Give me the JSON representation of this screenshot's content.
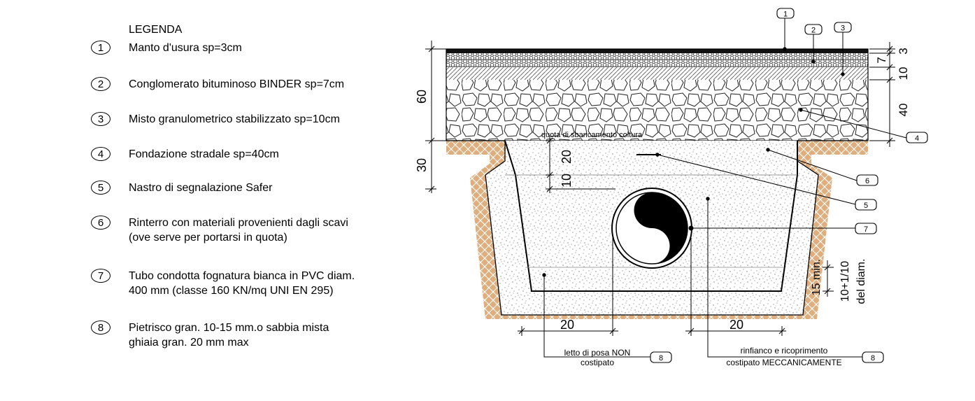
{
  "legend": {
    "title": "LEGENDA",
    "items": [
      {
        "num": "1",
        "lines": [
          "Manto d'usura sp=3cm"
        ]
      },
      {
        "num": "2",
        "lines": [
          "Conglomerato bituminoso BINDER sp=7cm"
        ]
      },
      {
        "num": "3",
        "lines": [
          "Misto granulometrico stabilizzato sp=10cm"
        ]
      },
      {
        "num": "4",
        "lines": [
          "Fondazione stradale sp=40cm"
        ]
      },
      {
        "num": "5",
        "lines": [
          "Nastro di segnalazione Safer"
        ]
      },
      {
        "num": "6",
        "lines": [
          "Rinterro con materiali provenienti dagli scavi",
          "(ove serve per portarsi in quota)"
        ]
      },
      {
        "num": "7",
        "lines": [
          "Tubo condotta fognatura bianca in PVC diam.",
          "400 mm (classe 160 KN/mq UNI EN 295)"
        ]
      },
      {
        "num": "8",
        "lines": [
          "Pietrisco gran. 10-15 mm.o sabbia mista",
          "ghiaia gran. 20 mm max"
        ]
      }
    ]
  },
  "drawing": {
    "callouts": {
      "c1": "1",
      "c2": "2",
      "c3": "3",
      "c4": "4",
      "c5": "5",
      "c6": "6",
      "c7": "7",
      "c8a": "8",
      "c8b": "8"
    },
    "dims": {
      "left_60": "60",
      "left_30": "30",
      "right_3": "3",
      "right_7": "7",
      "right_10": "10",
      "right_40": "40",
      "inner_20": "20",
      "inner_10": "10",
      "bottom_20_left": "20",
      "bottom_20_right": "20",
      "min_15": "15 min.",
      "bed_a": "10+1/10",
      "bed_b": "del diam."
    },
    "annotations": {
      "quota": "quota di sbancamento coltura",
      "letto_1": "letto di posa NON",
      "letto_2": "costipato",
      "rinfianco_1": "rinfianco e ricoprimento",
      "rinfianco_2": "costipato MECCANICAMENTE"
    }
  }
}
